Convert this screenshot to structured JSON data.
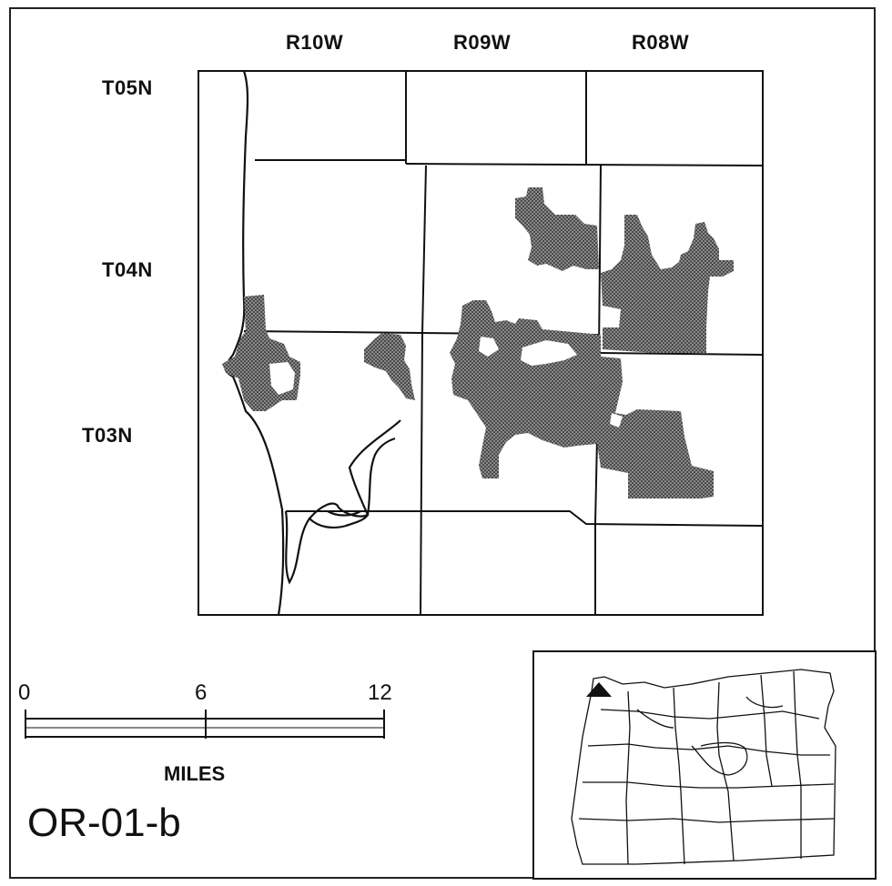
{
  "map": {
    "id": "OR-01-b",
    "range_labels": [
      "R10W",
      "R09W",
      "R08W"
    ],
    "township_labels": [
      "T05N",
      "T04N",
      "T03N"
    ]
  },
  "scale_bar": {
    "ticks": [
      "0",
      "6",
      "12"
    ],
    "unit": "MILES"
  },
  "colors": {
    "shaded_area": "#6e6e6e",
    "lines": "#111111",
    "background": "#ffffff"
  },
  "inset": {
    "marker_icon": "triangle-locator-icon"
  }
}
